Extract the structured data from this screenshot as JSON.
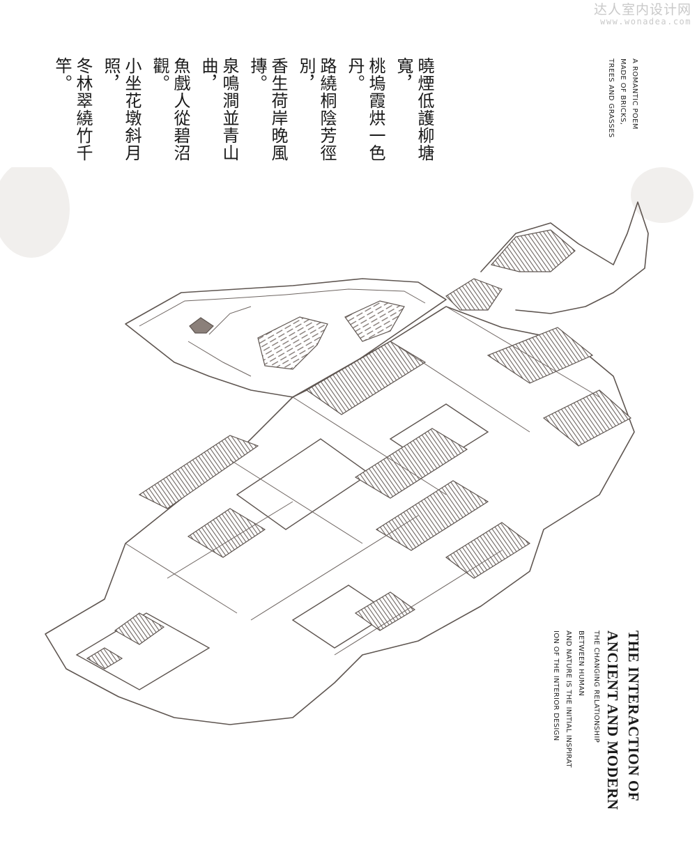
{
  "watermark": {
    "chinese": "达人室内设计网",
    "url": "www.wonadea.com"
  },
  "poem": {
    "lines": [
      "曉煙低護柳塘寬，",
      "桃塢霞烘一色丹。",
      "路繞桐陰芳徑別，",
      "香生荷岸晚風摶。",
      "泉鳴澗並青山曲，",
      "魚戲人從碧沼觀。",
      "小坐花墩斜月照，",
      "冬林翠繞竹千竿。"
    ]
  },
  "tagline": {
    "lines": [
      "A ROMANTIC POEM",
      "MADE OF BRICKS,",
      "TREES AND GRASSES"
    ]
  },
  "headline": {
    "title_lines": [
      "THE INTERACTION OF",
      "ANCIENT AND MODERN"
    ],
    "subtitle_lines": [
      "THE CHANGING RELATIONSHIP",
      "BETWEEN HUMAN",
      "AND NATURE IS THE INITIAL INSPIRAT",
      "ION OF THE INTERIOR DESIGN"
    ]
  },
  "colors": {
    "ink": "#5e5550",
    "roof": "#8b807a",
    "text": "#1a1a1a",
    "watermark": "#c9c9c9"
  }
}
